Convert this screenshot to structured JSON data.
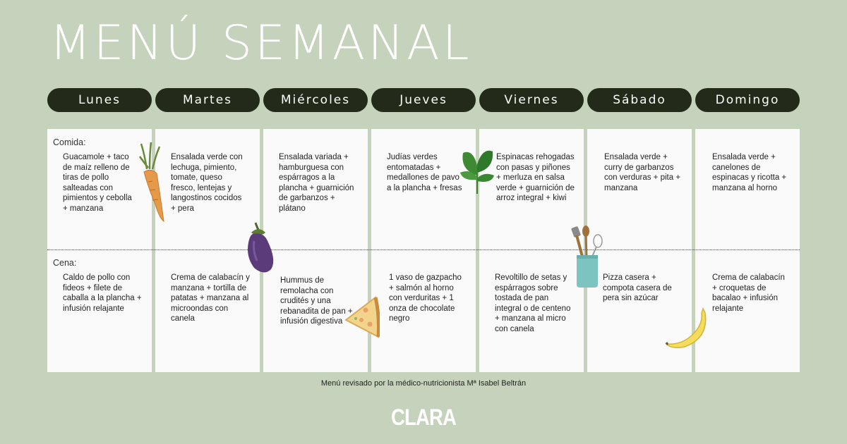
{
  "title": "MENÚ SEMANAL",
  "labels": {
    "lunch": "Comida:",
    "dinner": "Cena:"
  },
  "days": [
    {
      "name": "Lunes",
      "lunch": "Guacamole + taco de maíz relleno de tiras de pollo salteadas con pimientos y cebolla + manzana",
      "dinner": "Caldo de pollo con fideos + filete de caballa a la plancha + infusión relajante"
    },
    {
      "name": "Martes",
      "lunch": "Ensalada verde con lechuga, pimiento, tomate, queso fresco, lentejas y langostinos cocidos + pera",
      "dinner": "Crema de calabacín y manzana + tortilla de patatas + manzana al microondas con canela"
    },
    {
      "name": "Miércoles",
      "lunch": "Ensalada variada + hamburguesa con espárragos a la plancha + guarnición de garbanzos + plátano",
      "dinner": "Hummus de remolacha con crudités y una rebanadita de pan + infusión digestiva"
    },
    {
      "name": "Jueves",
      "lunch": "Judías verdes entomatadas + medallones de pavo a la plancha + fresas",
      "dinner": "1 vaso de gazpacho + salmón al horno con verduritas + 1 onza de chocolate negro"
    },
    {
      "name": "Viernes",
      "lunch": "Espinacas rehogadas con pasas y piñones + merluza en salsa verde + guarnición de arroz integral + kiwi",
      "dinner": "Revoltillo de setas y espárragos sobre tostada de pan integral o de centeno + manzana al micro con canela"
    },
    {
      "name": "Sábado",
      "lunch": "Ensalada verde + curry de garbanzos con verduras + pita + manzana",
      "dinner": "Pizza casera + compota casera de pera sin azúcar"
    },
    {
      "name": "Domingo",
      "lunch": "Ensalada verde + canelones de espinacas y ricotta + manzana al horno",
      "dinner": "Crema de calabacín + croquetas de bacalao + infusión relajante"
    }
  ],
  "footer": "Menú revisado por la médico-nutricionista Mª Isabel Beltrán",
  "logo": "CLARA",
  "colors": {
    "background": "#c5d3bc",
    "pill": "#232a1a",
    "card": "#fafafa",
    "title": "#ffffff"
  },
  "decorations": [
    "carrot-illustration",
    "eggplant-illustration",
    "spinach-illustration",
    "utensil-jar-illustration",
    "pizza-slice-illustration",
    "banana-illustration"
  ]
}
